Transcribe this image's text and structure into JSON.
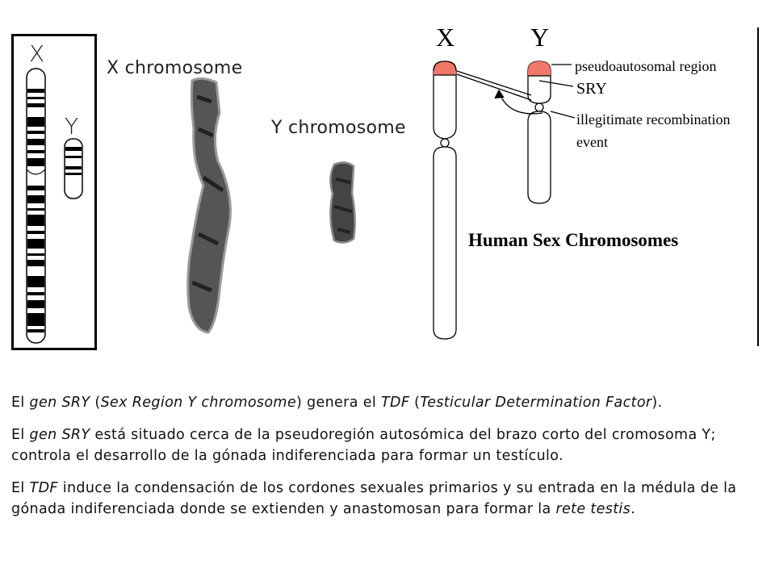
{
  "ideogram": {
    "x_label": "X",
    "y_label": "Y"
  },
  "photo": {
    "x_label": "X chromosome",
    "y_label": "Y chromosome"
  },
  "schematic": {
    "x_label": "X",
    "y_label": "Y",
    "labels": {
      "pseudoautosomal": "pseudoautosomal region",
      "sry": "SRY",
      "recomb_line1": "illegitimate recombination",
      "recomb_line2": "event"
    },
    "title": "Human Sex Chromosomes",
    "colors": {
      "pseudoautosomal_fill": "#f07868",
      "outline": "#000000"
    }
  },
  "text": {
    "p1": {
      "a": "El ",
      "b": "gen SRY",
      "c": " (",
      "d": "Sex Region Y chromosome",
      "e": ") genera el ",
      "f": "TDF",
      "g": " (",
      "h": "Testicular Determination Factor",
      "i": ")."
    },
    "p2": {
      "a": "El ",
      "b": "gen SRY",
      "c": " está situado cerca de la pseudoregión autosómica del brazo corto del cromosoma Y; controla el desarrollo de la gónada indiferenciada para formar un testículo."
    },
    "p3": {
      "a": "El ",
      "b": "TDF",
      "c": " induce la condensación de los cordones sexuales primarios y su entrada en la médula de la gónada indiferenciada donde se extienden y anastomosan para formar la ",
      "d": "rete testis",
      "e": "."
    }
  }
}
